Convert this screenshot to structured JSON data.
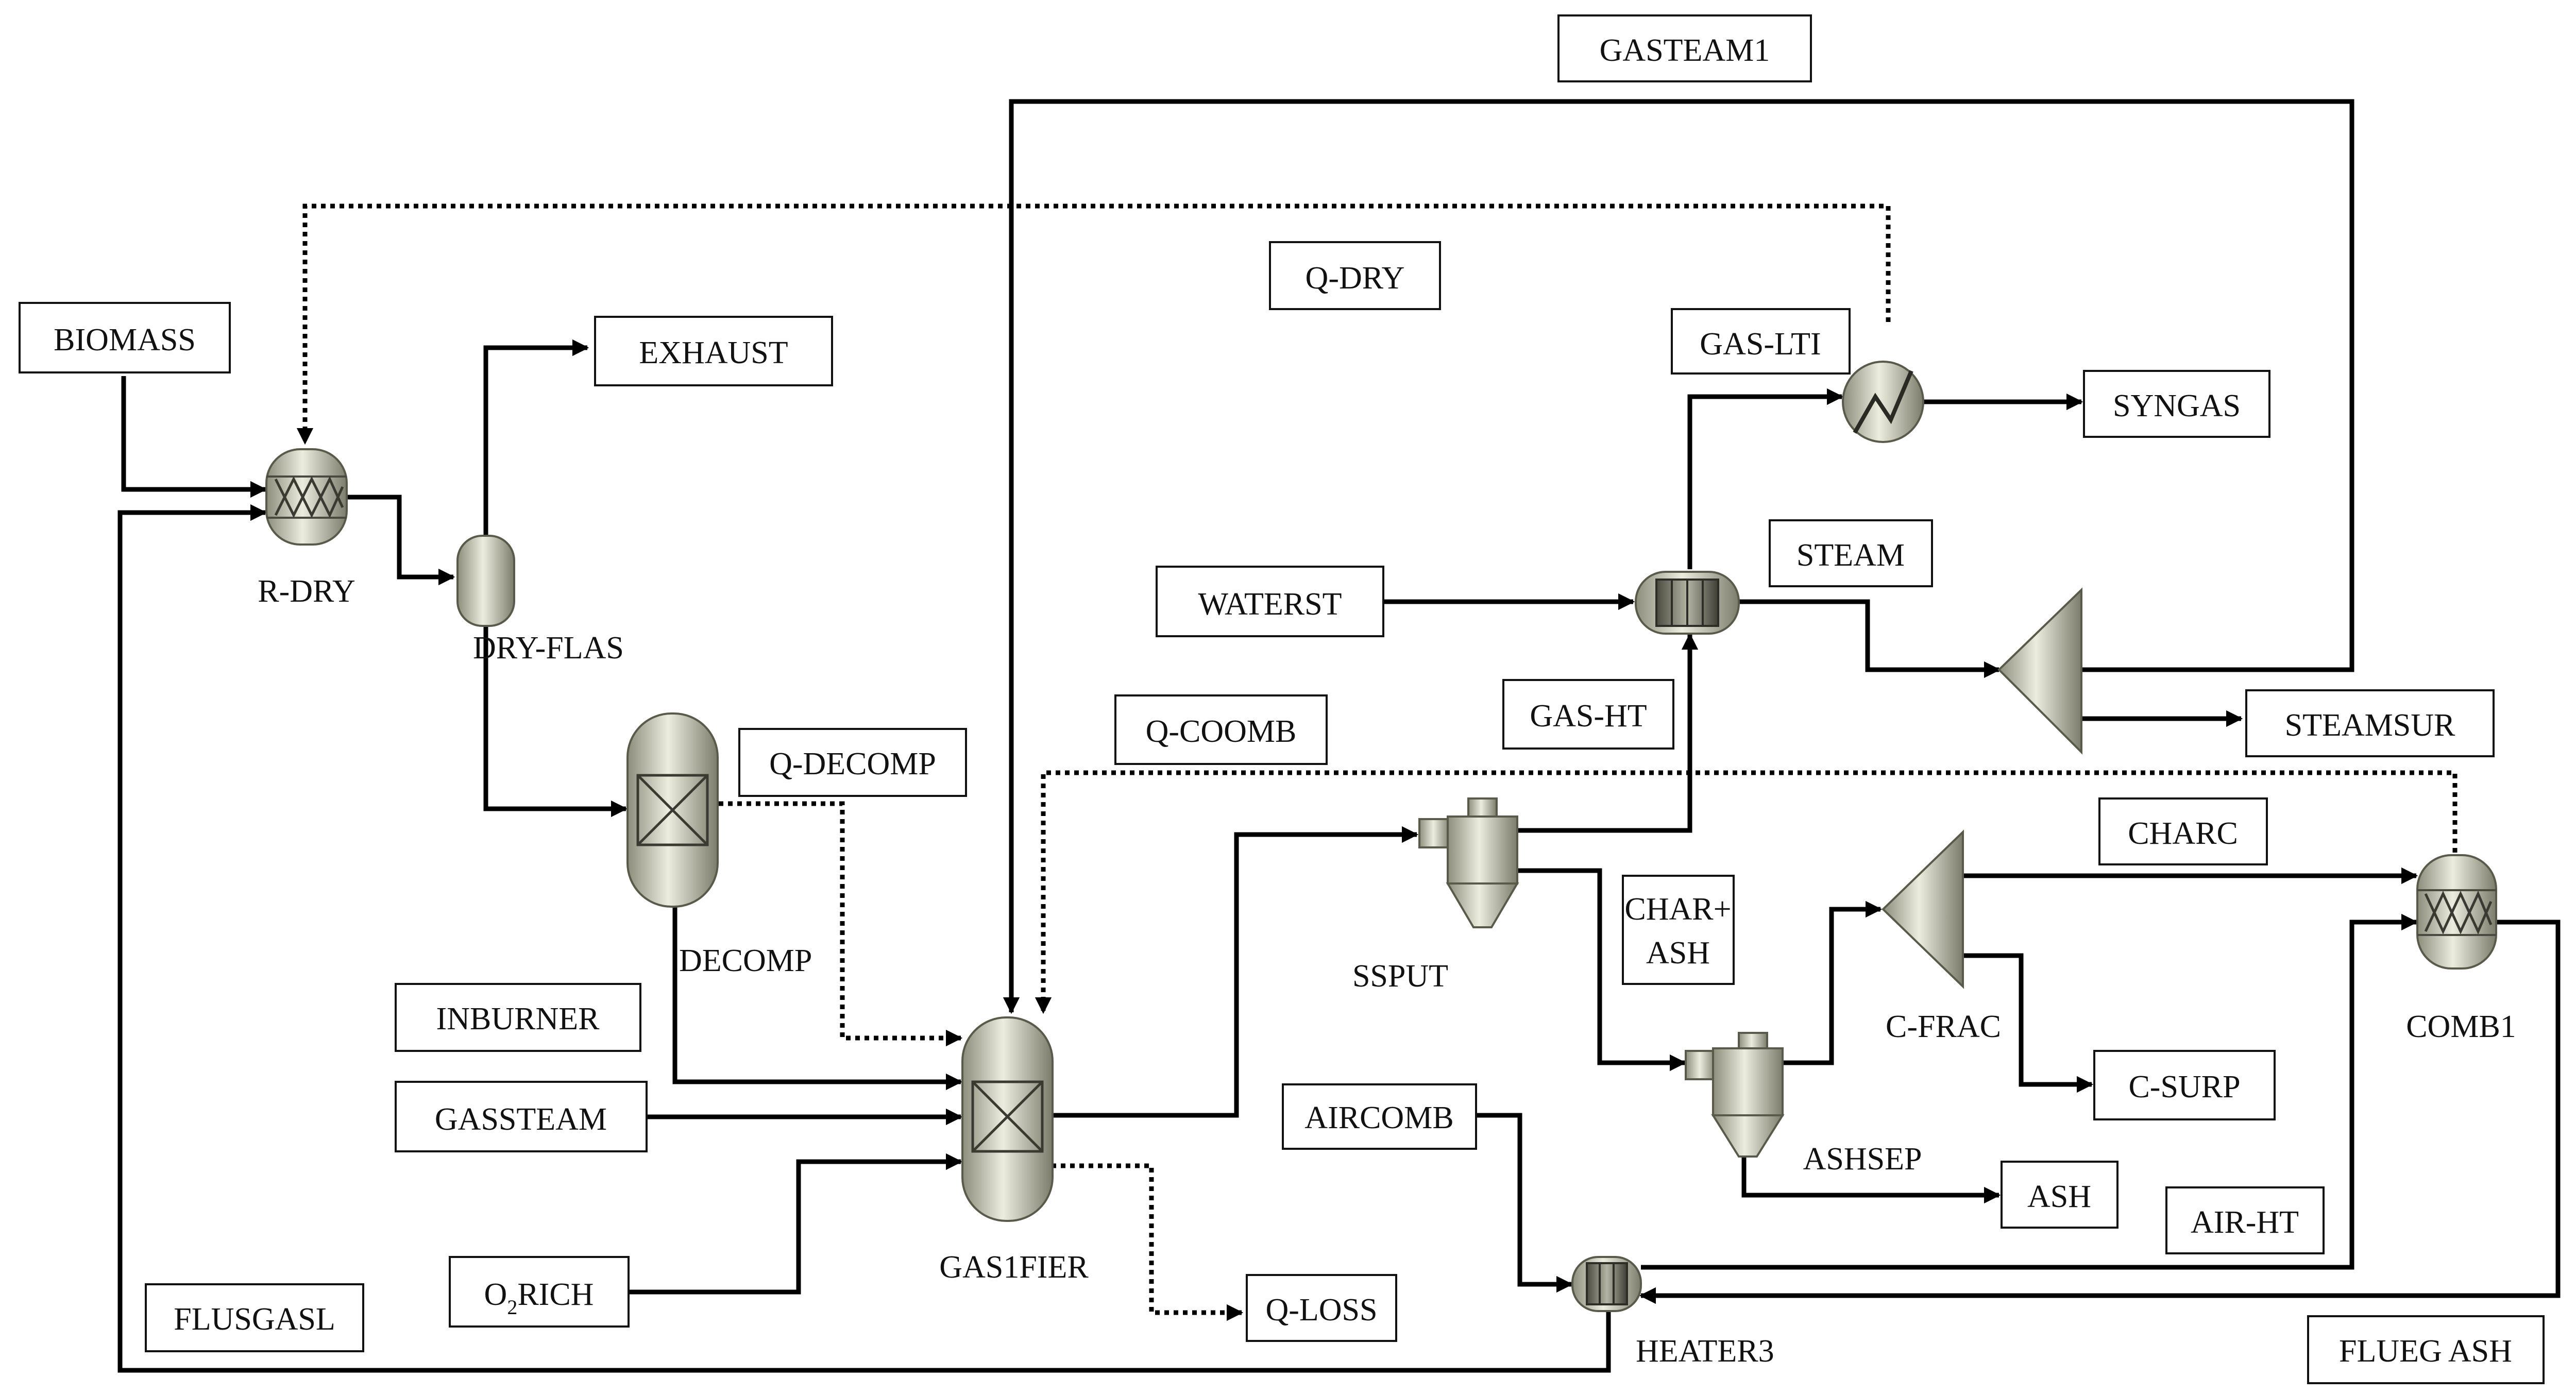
{
  "streams": {
    "gasteam1": "GASTEAM1",
    "biomass": "BIOMASS",
    "exhaust": "EXHAUST",
    "q_dry": "Q-DRY",
    "gas_lti": "GAS-LTI",
    "syngas": "SYNGAS",
    "steam": "STEAM",
    "waterst": "WATERST",
    "steamsur": "STEAMSUR",
    "gas_ht": "GAS-HT",
    "q_coomb": "Q-COOMB",
    "q_decomp": "Q-DECOMP",
    "charc": "CHARC",
    "char_ash_1": "CHAR+",
    "char_ash_2": "ASH",
    "inburner": "INBURNER",
    "gassteam": "GASSTEAM",
    "aircomb": "AIRCOMB",
    "c_surp": "C-SURP",
    "ash": "ASH",
    "air_ht": "AIR-HT",
    "o2rich_pre": "O",
    "o2rich_sub": "2",
    "o2rich_post": "RICH",
    "q_loss": "Q-LOSS",
    "flusgasl": "FLUSGASL",
    "flueg_ash": "FLUEG ASH"
  },
  "blocks": {
    "r_dry": "R-DRY",
    "dry_flas": "DRY-FLAS",
    "decomp": "DECOMP",
    "gasifier": "GAS1FIER",
    "ssput": "SSPUT",
    "ashsep": "ASHSEP",
    "c_frac": "C-FRAC",
    "comb1": "COMB1",
    "heater3": "HEATER3"
  },
  "colors": {
    "line": "#000000",
    "equipment_fill": "#c8c8b4",
    "box_border": "#111111"
  }
}
